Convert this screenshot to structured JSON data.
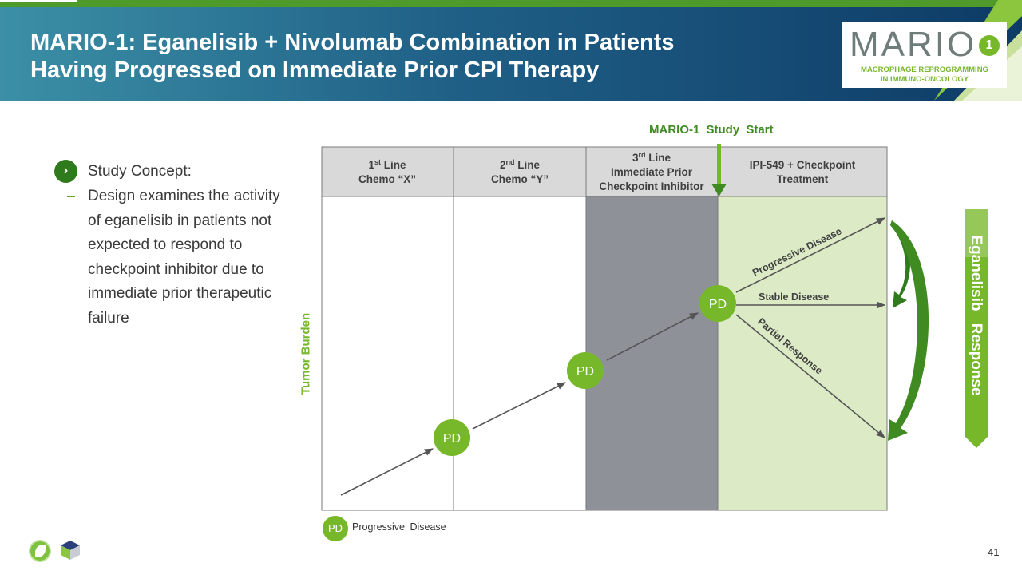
{
  "header": {
    "title_line1": "MARIO-1: Eganelisib + Nivolumab Combination in Patients",
    "title_line2": "Having Progressed on Immediate Prior CPI Therapy",
    "logo": {
      "word": "MARIO",
      "digit": "1",
      "tagline_line1": "MACROPHAGE REPROGRAMMING",
      "tagline_line2": "IN IMMUNO-ONCOLOGY"
    }
  },
  "concept": {
    "heading": "Study Concept:",
    "detail": "Design examines the activity of eganelisib in patients not expected to respond to checkpoint inhibitor due to immediate prior therapeutic failure"
  },
  "diagram": {
    "study_start": "MARIO-1  Study Start",
    "y_axis_label": "Tumor Burden",
    "columns": [
      {
        "line1_pre": "1",
        "line1_sup": "st",
        "line1_post": " Line",
        "line2": "Chemo “X”",
        "line3": ""
      },
      {
        "line1_pre": "2",
        "line1_sup": "nd",
        "line1_post": " Line",
        "line2": "Chemo “Y”",
        "line3": ""
      },
      {
        "line1_pre": "3",
        "line1_sup": "rd",
        "line1_post": " Line",
        "line2": "Immediate Prior",
        "line3": "Checkpoint Inhibitor"
      },
      {
        "line1_pre": "IPI-549 + Checkpoint",
        "line1_sup": "",
        "line1_post": "",
        "line2": "Treatment",
        "line3": ""
      }
    ],
    "pd_nodes": [
      "PD",
      "PD",
      "PD"
    ],
    "outcomes": {
      "progressive": "Progressive Disease",
      "stable": "Stable Disease",
      "partial": "Partial Response"
    },
    "response_label": "Eganelisib  Response",
    "legend": {
      "symbol": "PD",
      "text": "Progressive Disease"
    }
  },
  "colors": {
    "header_green": "#4e9a2b",
    "accent_green": "#77b82a",
    "dark_green": "#2f7a1c",
    "treatment_fill": "#dcebc6",
    "prior_cpi_fill": "#8e9198",
    "column_header_fill": "#d9d9d9"
  },
  "page_number": "41"
}
